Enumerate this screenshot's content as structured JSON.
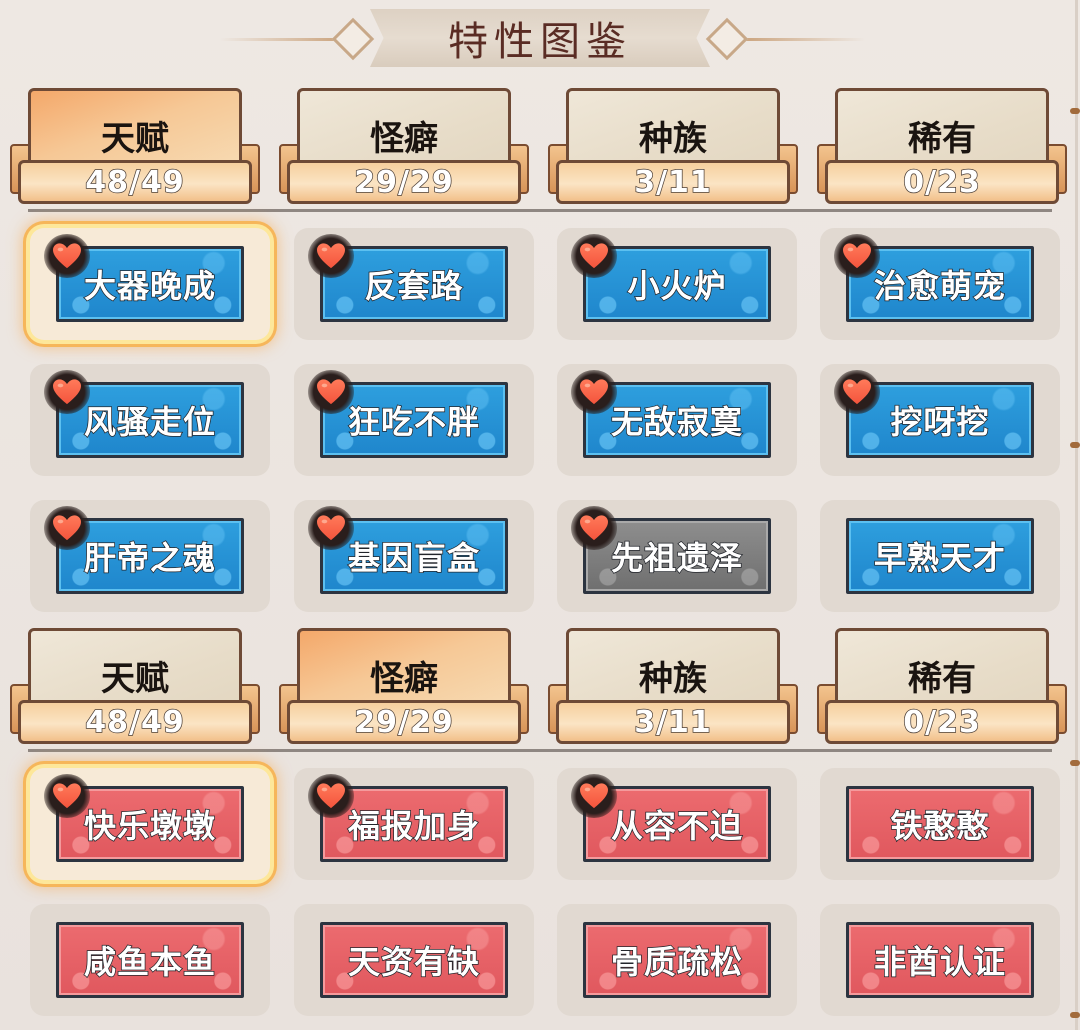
{
  "title": "特性图鉴",
  "colors": {
    "blue_trait": "#2e9fde",
    "red_trait": "#e0585e",
    "gray_trait": "#7d7d7d",
    "tab_active": "#f6c896",
    "tab_inactive": "#e7dcc8",
    "heart": "#f06a4c",
    "selection_glow": "#f6b65a"
  },
  "sections": [
    {
      "tabs": [
        {
          "label": "天赋",
          "count": "48/49",
          "active": true
        },
        {
          "label": "怪癖",
          "count": "29/29",
          "active": false
        },
        {
          "label": "种族",
          "count": "3/11",
          "active": false
        },
        {
          "label": "稀有",
          "count": "0/23",
          "active": false
        }
      ],
      "traits": [
        {
          "label": "大器晚成",
          "color": "blue",
          "heart": true,
          "selected": true
        },
        {
          "label": "反套路",
          "color": "blue",
          "heart": true,
          "selected": false
        },
        {
          "label": "小火炉",
          "color": "blue",
          "heart": true,
          "selected": false
        },
        {
          "label": "治愈萌宠",
          "color": "blue",
          "heart": true,
          "selected": false
        },
        {
          "label": "风骚走位",
          "color": "blue",
          "heart": true,
          "selected": false
        },
        {
          "label": "狂吃不胖",
          "color": "blue",
          "heart": true,
          "selected": false
        },
        {
          "label": "无敌寂寞",
          "color": "blue",
          "heart": true,
          "selected": false
        },
        {
          "label": "挖呀挖",
          "color": "blue",
          "heart": true,
          "selected": false
        },
        {
          "label": "肝帝之魂",
          "color": "blue",
          "heart": true,
          "selected": false
        },
        {
          "label": "基因盲盒",
          "color": "blue",
          "heart": true,
          "selected": false
        },
        {
          "label": "先祖遗泽",
          "color": "gray",
          "heart": true,
          "selected": false
        },
        {
          "label": "早熟天才",
          "color": "blue",
          "heart": false,
          "selected": false
        }
      ]
    },
    {
      "tabs": [
        {
          "label": "天赋",
          "count": "48/49",
          "active": false
        },
        {
          "label": "怪癖",
          "count": "29/29",
          "active": true
        },
        {
          "label": "种族",
          "count": "3/11",
          "active": false
        },
        {
          "label": "稀有",
          "count": "0/23",
          "active": false
        }
      ],
      "traits": [
        {
          "label": "快乐墩墩",
          "color": "red",
          "heart": true,
          "selected": true
        },
        {
          "label": "福报加身",
          "color": "red",
          "heart": true,
          "selected": false
        },
        {
          "label": "从容不迫",
          "color": "red",
          "heart": true,
          "selected": false
        },
        {
          "label": "铁憨憨",
          "color": "red",
          "heart": false,
          "selected": false
        },
        {
          "label": "咸鱼本鱼",
          "color": "red",
          "heart": false,
          "selected": false
        },
        {
          "label": "天资有缺",
          "color": "red",
          "heart": false,
          "selected": false
        },
        {
          "label": "骨质疏松",
          "color": "red",
          "heart": false,
          "selected": false
        },
        {
          "label": "非酋认证",
          "color": "red",
          "heart": false,
          "selected": false
        }
      ]
    }
  ]
}
